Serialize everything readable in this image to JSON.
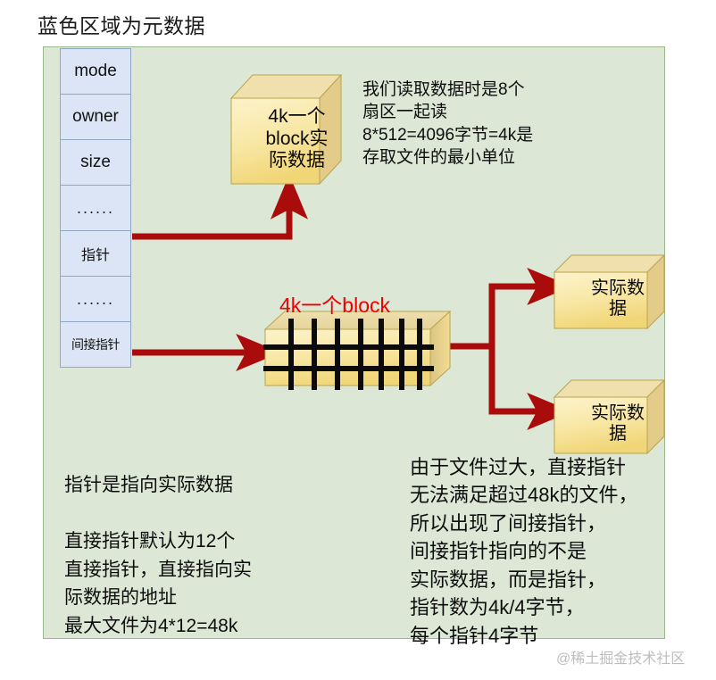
{
  "title": "蓝色区域为元数据",
  "colors": {
    "panel_bg": "#dce8d5",
    "panel_border": "#9ab88c",
    "meta_cell_bg": "#dbe5f5",
    "meta_cell_border": "#8fa8c8",
    "box_fill": "#f7e49a",
    "box_border": "#b9a44c",
    "arrow": "#aa0c0c",
    "red_label": "#ee0000",
    "watermark": "#bdbdbd"
  },
  "metadata_column": {
    "name": "inode-metadata-column",
    "cells": [
      {
        "label": "mode",
        "kind": "latin"
      },
      {
        "label": "owner",
        "kind": "latin"
      },
      {
        "label": "size",
        "kind": "latin"
      },
      {
        "label": "......",
        "kind": "dots"
      },
      {
        "label": "指针",
        "kind": "cn"
      },
      {
        "label": "......",
        "kind": "dots"
      },
      {
        "label": "间接指针",
        "kind": "cn-small"
      }
    ]
  },
  "boxes": {
    "direct_data_block": "4k一个\nblock实\n际数据",
    "indirect_data_1": "实际数\n据",
    "indirect_data_2": "实际数\n据"
  },
  "labels": {
    "block_red_label": "4k一个block"
  },
  "notes": {
    "top_right": "我们读取数据时是8个\n扇区一起读\n8*512=4096字节=4k是\n存取文件的最小单位",
    "bottom_left": "指针是指向实际数据\n\n直接指针默认为12个\n直接指针，直接指向实\n际数据的地址\n最大文件为4*12=48k",
    "bottom_right": "由于文件过大，直接指针\n无法满足超过48k的文件，\n所以出现了间接指针，\n间接指针指向的不是\n实际数据，而是指针，\n指针数为4k/4字节，\n每个指针4字节"
  },
  "watermark": "@稀土掘金技术社区"
}
